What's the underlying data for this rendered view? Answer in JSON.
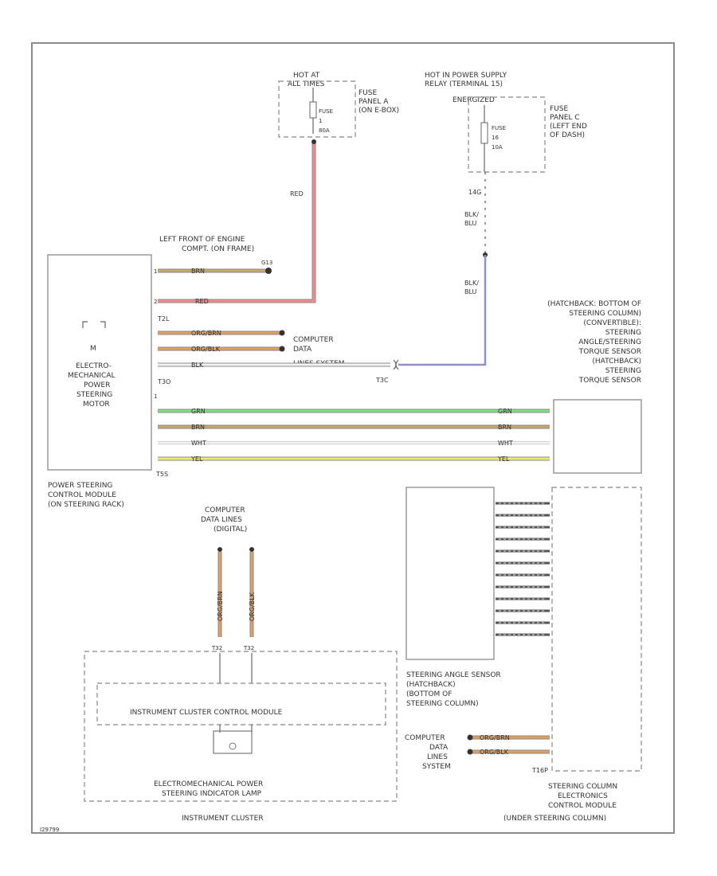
{
  "diagram_id": "I29799",
  "fuse_a": {
    "source": [
      "HOT AT",
      "ALL TIMES"
    ],
    "fuse": [
      "FUSE",
      "1",
      "80A"
    ],
    "panel": [
      "FUSE",
      "PANEL A",
      "(ON E-BOX)"
    ]
  },
  "fuse_c": {
    "source": [
      "HOT IN POWER SUPPLY",
      "RELAY (TERMINAL 15)",
      "ENERGIZED"
    ],
    "fuse": [
      "FUSE",
      "16",
      "10A"
    ],
    "panel": [
      "FUSE",
      "PANEL C",
      "(LEFT END",
      "OF DASH)"
    ]
  },
  "ground_label": [
    "LEFT FRONT OF ENGINE",
    "COMPT. (ON FRAME)"
  ],
  "ground_id": "G13",
  "wires": {
    "red": "RED",
    "brn": "BRN",
    "org_brn": "ORG/BRN",
    "org_blk": "ORG/BLK",
    "blk": "BLK",
    "grn": "GRN",
    "wht": "WHT",
    "yel": "YEL",
    "blk_blu": [
      "BLK/",
      "BLU"
    ]
  },
  "connectors": {
    "t2l": "T2L",
    "t3o": "T3O",
    "t3c": "T3C",
    "t5s": "T5S",
    "t16p": "T16P",
    "t_a": "T32",
    "t_b": "T32"
  },
  "splice_label": "14G",
  "comp_data_lines_1": [
    "COMPUTER",
    "DATA",
    "LINES SYSTEM"
  ],
  "comp_data_lines_2": [
    "COMPUTER",
    "DATA LINES",
    "(DIGITAL)"
  ],
  "comp_data_lines_3": [
    "COMPUTER",
    "DATA",
    "LINES",
    "SYSTEM"
  ],
  "motor": {
    "symbol": "M",
    "label": [
      "ELECTRO-",
      "MECHANICAL",
      "POWER",
      "STEERING",
      "MOTOR"
    ]
  },
  "ps_module": [
    "POWER STEERING",
    "CONTROL MODULE",
    "(ON STEERING RACK)"
  ],
  "torque_sensor_desc": [
    "(HATCHBACK: BOTTOM OF",
    "STEERING COLUMN)",
    "(CONVERTIBLE):",
    "STEERING",
    "ANGLE/STEERING",
    "TORQUE SENSOR",
    "(HATCHBACK)",
    "STEERING",
    "TORQUE SENSOR"
  ],
  "angle_sensor": [
    "STEERING ANGLE SENSOR",
    "(HATCHBACK)",
    "(BOTTOM OF",
    "STEERING COLUMN)"
  ],
  "sccm": [
    "STEERING COLUMN",
    "ELECTRONICS",
    "CONTROL MODULE",
    "(UNDER STEERING COLUMN)"
  ],
  "ic_control_module": "INSTRUMENT CLUSTER CONTROL MODULE",
  "ic_warning": [
    "ELECTROMECHANICAL POWER",
    "STEERING INDICATOR LAMP"
  ],
  "instrument_cluster": "INSTRUMENT CLUSTER",
  "colors": {
    "red": "#f28a8a",
    "brown": "#c9a96a",
    "orange": "#e0a060",
    "green": "#7fe07f",
    "yellow": "#ecec72",
    "white": "#eeeeee",
    "blue": "#8f8fd0",
    "black": "#333333"
  }
}
